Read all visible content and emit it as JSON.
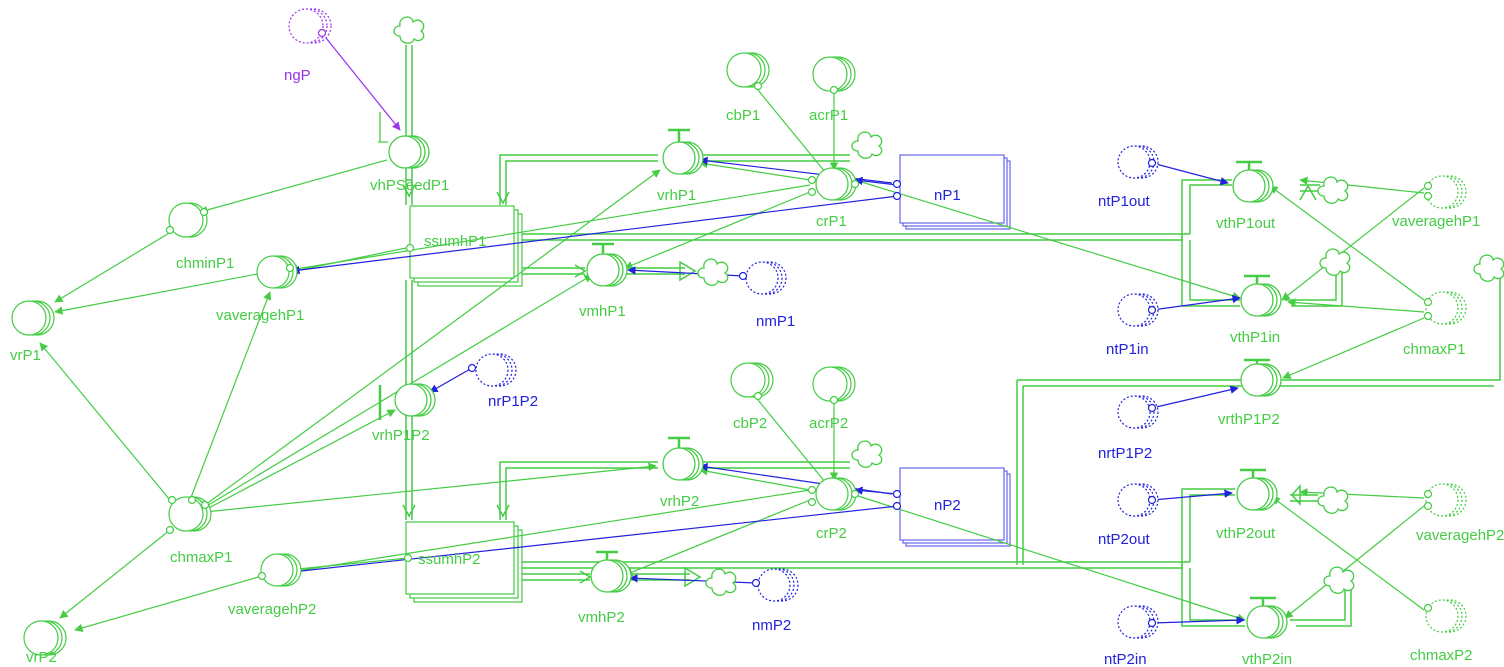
{
  "colors": {
    "green": "#44cc44",
    "blue": "#2222dd",
    "purple": "#9933ee",
    "stock_blue": "#6666ee"
  },
  "labels": {
    "ngP": "ngP",
    "vhPSeedP1": "vhPSeedP1",
    "cbP1": "cbP1",
    "acrP1": "acrP1",
    "vrhP1": "vrhP1",
    "crP1": "crP1",
    "nP1": "nP1",
    "ntP1out": "ntP1out",
    "vthP1out": "vthP1out",
    "vaveragehP1_right": "vaveragehP1",
    "chminP1": "chminP1",
    "ssumhP1": "ssumhP1",
    "vaveragehP1": "vaveragehP1",
    "vmhP1": "vmhP1",
    "nmP1": "nmP1",
    "vrP1": "vrP1",
    "ntP1in": "ntP1in",
    "vthP1in": "vthP1in",
    "chmaxP1_right": "chmaxP1",
    "nrP1P2": "nrP1P2",
    "vrhP1P2": "vrhP1P2",
    "vrthP1P2": "vrthP1P2",
    "nrtP1P2": "nrtP1P2",
    "cbP2": "cbP2",
    "acrP2": "acrP2",
    "vrhP2": "vrhP2",
    "crP2": "crP2",
    "nP2": "nP2",
    "ntP2out": "ntP2out",
    "vthP2out": "vthP2out",
    "vaveragehP2_right": "vaveragehP2",
    "chmaxP1": "chmaxP1",
    "ssumhP2": "ssumhP2",
    "vaveragehP2": "vaveragehP2",
    "vmhP2": "vmhP2",
    "nmP2": "nmP2",
    "vrP2": "vrP2",
    "ntP2in": "ntP2in",
    "vthP2in": "vthP2in",
    "chmaxP2": "chmaxP2"
  }
}
